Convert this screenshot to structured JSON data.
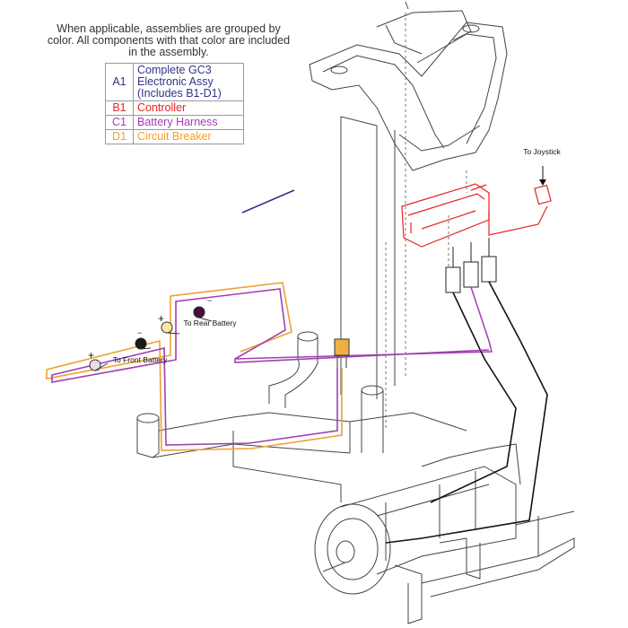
{
  "note": "When applicable, assemblies are grouped by color. All components with that color are included in the assembly.",
  "legend": [
    {
      "code": "A1",
      "desc": "Complete GC3 Electronic Assy (Includes B1-D1)",
      "color": "#33338c"
    },
    {
      "code": "B1",
      "desc": "Controller",
      "color": "#e52421"
    },
    {
      "code": "C1",
      "desc": "Battery Harness",
      "color": "#a040b0"
    },
    {
      "code": "D1",
      "desc": "Circuit Breaker",
      "color": "#f0a030"
    }
  ],
  "labels": {
    "to_joystick": "To Joystick",
    "to_rear_battery": "To Rear Battery",
    "to_front_battery": "To Front Battery",
    "plus": "+",
    "minus": "−"
  },
  "colors": {
    "outline": "#444444",
    "black_wire": "#111111"
  }
}
